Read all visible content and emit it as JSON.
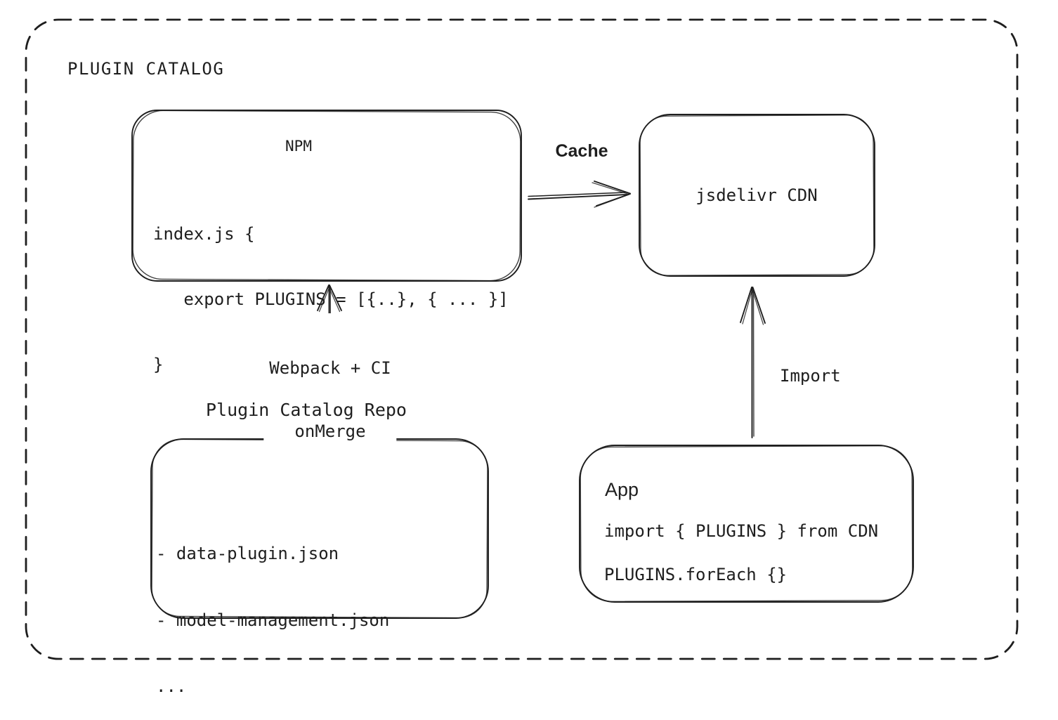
{
  "page": {
    "background": "#ffffff",
    "stroke_color": "#1e1e1e"
  },
  "frame": {
    "title": "PLUGIN CATALOG"
  },
  "nodes": {
    "npm": {
      "title": "NPM",
      "code": [
        "index.js {",
        "   export PLUGINS = [{..}, { ... }]",
        "}"
      ]
    },
    "cdn": {
      "label": "jsdelivr CDN"
    },
    "repo": {
      "label": "Plugin Catalog Repo",
      "files": [
        "- data-plugin.json",
        "- model-management.json",
        "..."
      ]
    },
    "app": {
      "title": "App",
      "code": [
        "import { PLUGINS } from CDN",
        "PLUGINS.forEach {}"
      ]
    }
  },
  "edges": {
    "cache": {
      "label": "Cache",
      "from": "NPM",
      "to": "jsdelivr CDN"
    },
    "build": {
      "label_line1": "Webpack + CI",
      "label_line2": "onMerge",
      "from": "Plugin Catalog Repo",
      "to": "NPM"
    },
    "import": {
      "label": "Import",
      "from": "App",
      "to": "jsdelivr CDN"
    }
  }
}
